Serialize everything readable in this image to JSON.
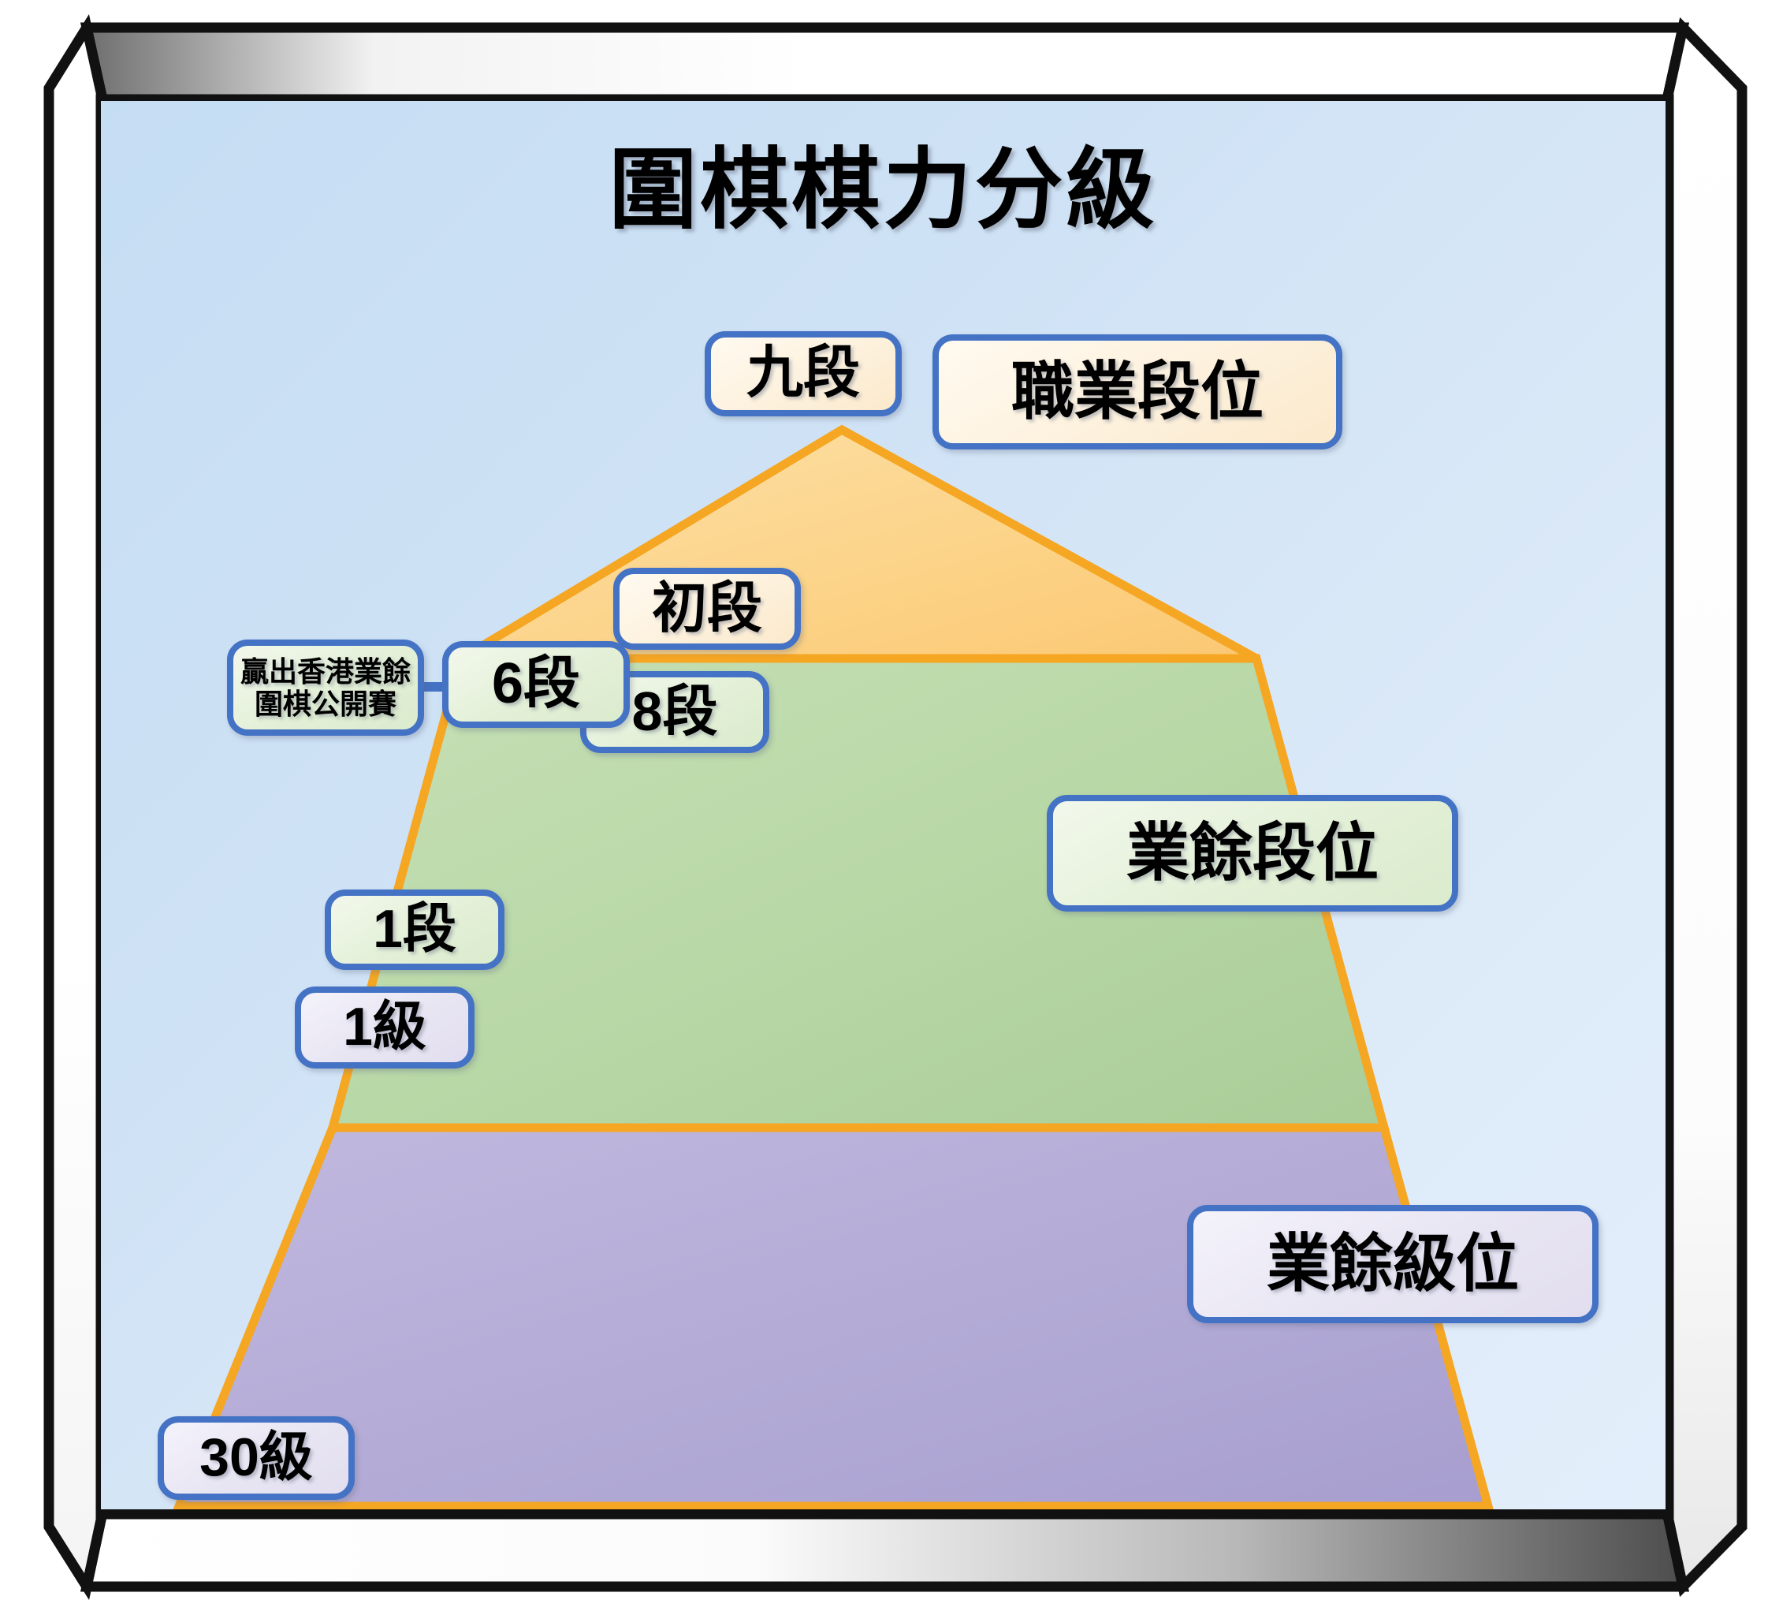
{
  "title": "圍棋棋力分級",
  "colors": {
    "background_blue": "#cfe2f5",
    "pro_dan_gold": "#fcd58a",
    "amateur_dan_green": "#b5d6a7",
    "amateur_kyu_purple": "#b3abd6",
    "pyramid_stroke_orange": "#f5a623",
    "box_border_blue": "#4472c4",
    "frame_black": "#000000"
  },
  "pyramid": {
    "tiers": [
      {
        "name": "professional-dan",
        "label": "職業段位",
        "fill": "#fcd58a",
        "rank_labels": [
          "九段",
          "初段"
        ]
      },
      {
        "name": "amateur-dan",
        "label": "業餘段位",
        "fill": "#b5d6a7",
        "rank_labels": [
          "8段",
          "6段",
          "1段"
        ]
      },
      {
        "name": "amateur-kyu",
        "label": "業餘級位",
        "fill": "#b3abd6",
        "rank_labels": [
          "1級",
          "30級"
        ]
      }
    ]
  },
  "labels": {
    "rank_9dan": "九段",
    "rank_shodan": "初段",
    "rank_8dan": "8段",
    "rank_6dan": "6段",
    "rank_1dan": "1段",
    "rank_1kyu": "1級",
    "rank_30kyu": "30級",
    "tier_pro": "職業段位",
    "tier_amateur_dan": "業餘段位",
    "tier_amateur_kyu": "業餘級位",
    "note_6dan_line1": "贏出香港業餘",
    "note_6dan_line2": "圍棋公開賽"
  }
}
